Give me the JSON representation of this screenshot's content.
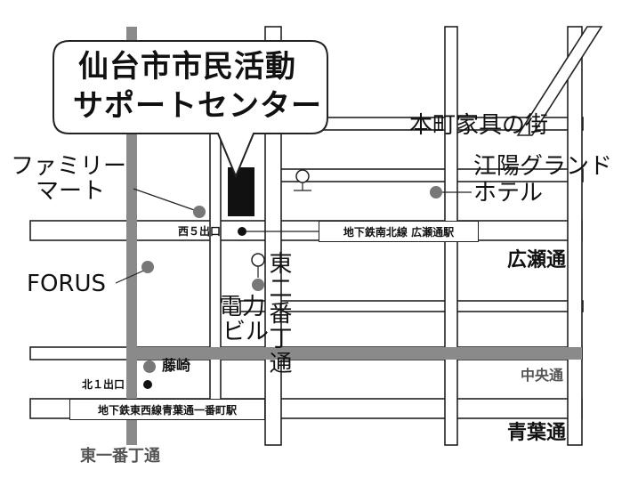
{
  "title": {
    "line1": "仙台市市民活動",
    "line2": "サポートセンター"
  },
  "landmarks": {
    "family_mart_1": "ファミリー",
    "family_mart_2": "マート",
    "motomachi": "本町家具の街",
    "koyo_1": "江陽グランド",
    "koyo_2": "ホテル",
    "forus": "FORUS",
    "denryoku_1": "電力",
    "denryoku_2": "ビル",
    "fujisaki": "藤崎"
  },
  "exits": {
    "west5": "西５出口",
    "north1": "北１出口"
  },
  "stations": {
    "namboku": "地下鉄南北線 広瀬通駅",
    "tozai": "地下鉄東西線青葉通一番町駅"
  },
  "roads": {
    "hirose": "広瀬通",
    "chuo": "中央通",
    "aoba": "青葉通",
    "higashi_ichiban": "東一番丁通",
    "higashi_niban": "東二番丁通"
  },
  "colors": {
    "road_gray": "#8a8a8a",
    "marker_gray": "#777777",
    "marker_black": "#111111",
    "label_gray": "#555555"
  }
}
